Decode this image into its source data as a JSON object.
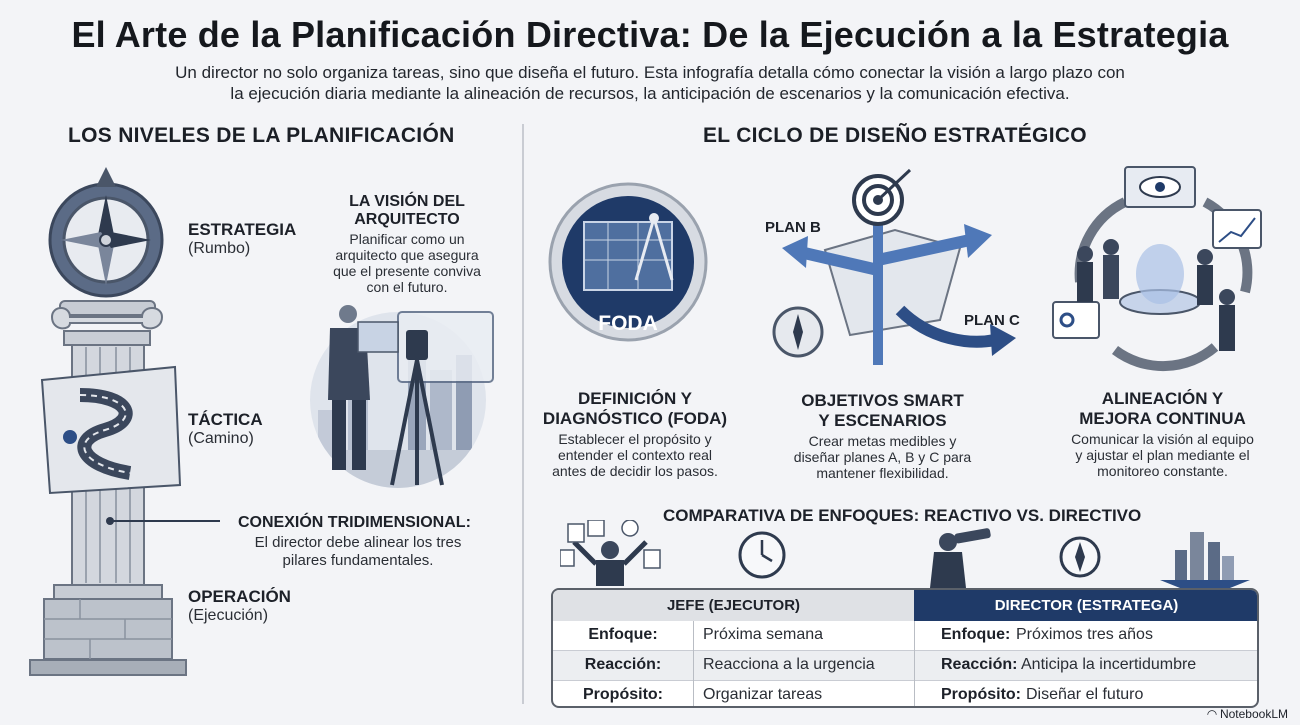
{
  "title": "El Arte de la Planificación Directiva: De la Ejecución a la Estrategia",
  "subtitle_line1": "Un director no solo organiza tareas, sino que diseña el futuro. Esta infografía detalla cómo conectar la visión a largo plazo con",
  "subtitle_line2": "la ejecución diaria mediante la alineación de recursos, la anticipación de escenarios y la comunicación efectiva.",
  "left": {
    "heading": "LOS NIVELES DE LA PLANIFICACIÓN",
    "levels": [
      {
        "title": "ESTRATEGIA",
        "sub": "(Rumbo)"
      },
      {
        "title": "TÁCTICA",
        "sub": "(Camino)"
      },
      {
        "title": "OPERACIÓN",
        "sub": "(Ejecución)"
      }
    ],
    "connection": {
      "title": "CONEXIÓN TRIDIMENSIONAL:",
      "line1": "El director debe alinear los tres",
      "line2": "pilares fundamentales."
    },
    "architect": {
      "title_line1": "LA VISIÓN DEL",
      "title_line2": "ARQUITECTO",
      "line1": "Planificar como un",
      "line2": "arquitecto que asegura",
      "line3": "que el presente conviva",
      "line4": "con el futuro."
    }
  },
  "right": {
    "heading": "EL CICLO DE DISEÑO ESTRATÉGICO",
    "foda_badge": "FODA",
    "plan_b": "PLAN B",
    "plan_c": "PLAN C",
    "steps": [
      {
        "title1": "DEFINICIÓN Y",
        "title2": "DIAGNÓSTICO (FODA)",
        "l1": "Establecer el propósito y",
        "l2": "entender el contexto real",
        "l3": "antes de decidir los pasos."
      },
      {
        "title1": "OBJETIVOS SMART",
        "title2": "Y ESCENARIOS",
        "l1": "Crear metas medibles y",
        "l2": "diseñar planes A, B y C para",
        "l3": "mantener flexibilidad."
      },
      {
        "title1": "ALINEACIÓN Y",
        "title2": "MEJORA CONTINUA",
        "l1": "Comunicar la visión al equipo",
        "l2": "y ajustar el plan mediante el",
        "l3": "monitoreo constante."
      }
    ],
    "comparison_heading": "COMPARATIVA DE ENFOQUES: REACTIVO VS. DIRECTIVO",
    "table": {
      "col_left": "JEFE (EJECUTOR)",
      "col_right": "DIRECTOR (ESTRATEGA)",
      "rows": [
        {
          "label": "Enfoque:",
          "left": "Próxima semana",
          "right": "Próximos tres años"
        },
        {
          "label": "Reacción:",
          "left": "Reacciona a la urgencia",
          "right": "Anticipa la incertidumbre"
        },
        {
          "label": "Propósito:",
          "left": "Organizar tareas",
          "right": "Diseñar el futuro"
        }
      ]
    }
  },
  "footer": "NotebookLM",
  "colors": {
    "navy": "#1f3a68",
    "steel": "#5b6b86",
    "blue_arrow": "#4f78b8",
    "stone": "#b9bec7"
  }
}
